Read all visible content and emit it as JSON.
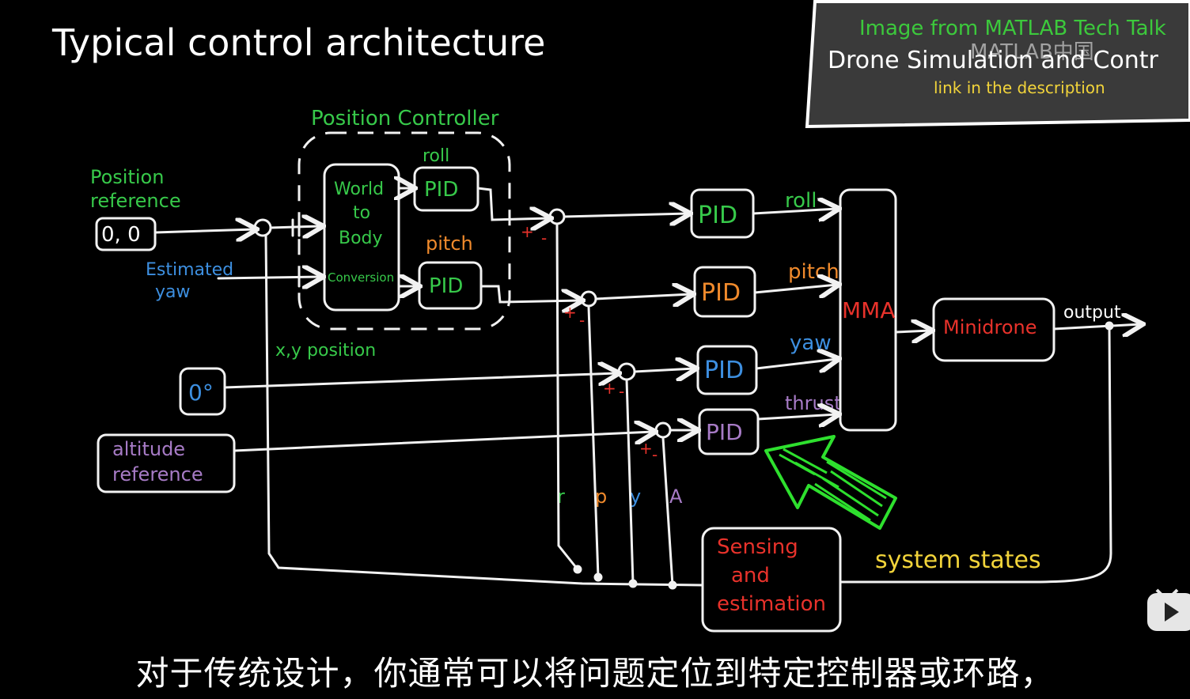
{
  "colors": {
    "background": "#000000",
    "wire": "#f2f2f2",
    "green": "#37c94a",
    "orange": "#f08a2c",
    "blue": "#3d8fe0",
    "purple": "#a77bc6",
    "red": "#e8322b",
    "yellow": "#f2d43a",
    "bright_green": "#2ee02e"
  },
  "title": "Typical control architecture",
  "inset": {
    "credit": "Image from MATLAB Tech Talk",
    "video_title": "Drone Simulation and Contr",
    "link": "link in the description",
    "watermark": "MATLAB中国"
  },
  "diagram": {
    "position_reference_label": [
      "Position",
      "reference"
    ],
    "position_reference_value": "0, 0",
    "estimated_yaw_label": [
      "Estimated",
      "yaw"
    ],
    "position_controller_label": "Position Controller",
    "conversion_block": [
      "World",
      "to",
      "Body",
      "Conversion"
    ],
    "inner_roll_label": "roll",
    "inner_pitch_label": "pitch",
    "inner_roll_pid": "PID",
    "inner_pitch_pid": "PID",
    "xy_position_label": "x,y position",
    "yaw_reference_value": "0°",
    "altitude_reference": [
      "altitude",
      "reference"
    ],
    "outer_pids": [
      {
        "label": "PID",
        "output": "roll",
        "color": "green"
      },
      {
        "label": "PID",
        "output": "pitch",
        "color": "orange"
      },
      {
        "label": "PID",
        "output": "yaw",
        "color": "blue"
      },
      {
        "label": "PID",
        "output": "thrust",
        "color": "purple"
      }
    ],
    "mma": "MMA",
    "minidrone": "Minidrone",
    "output_label": "output",
    "feedback_letters": [
      "r",
      "p",
      "y",
      "A"
    ],
    "sensing_block": [
      "Sensing",
      "and",
      "estimation"
    ],
    "system_states": "system states",
    "plus": "+",
    "minus": "-"
  },
  "subtitle": "对于传统设计，你通常可以将问题定位到特定控制器或环路，"
}
